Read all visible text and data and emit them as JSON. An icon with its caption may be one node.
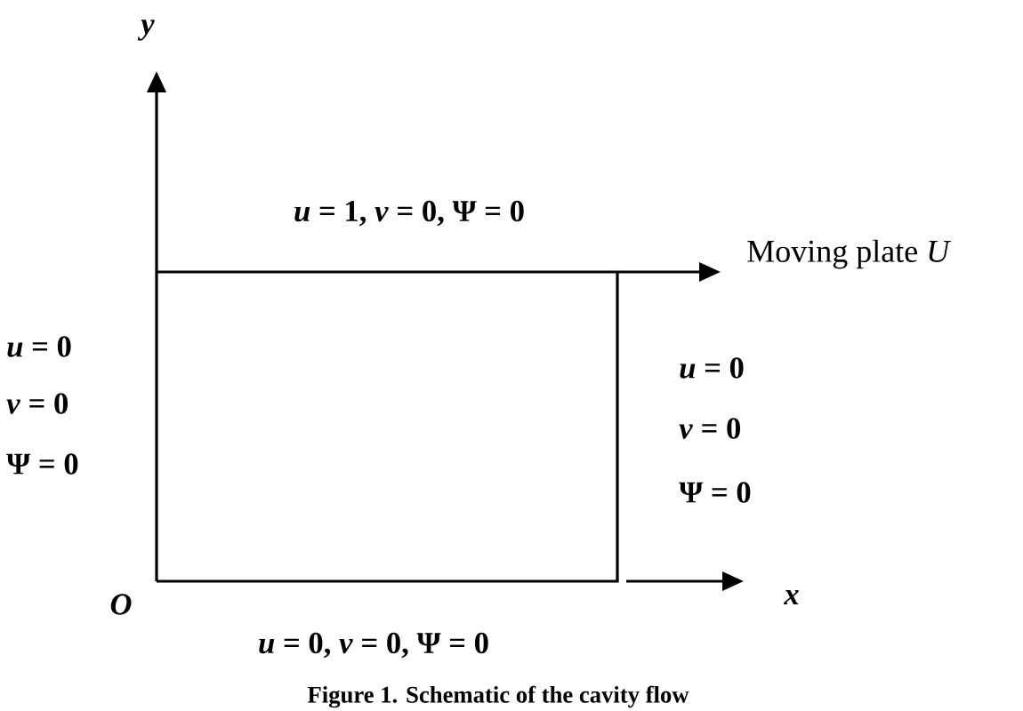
{
  "diagram": {
    "caption": "Figure 1. Schematic of the cavity flow",
    "labels": [
      "y",
      "*u* = 1, *v* = 0, Ψ = 0",
      "Moving plate *U*",
      "*u* = 0",
      "*v* = 0",
      "Ψ = 0",
      "*u* = 0",
      "*v* = 0",
      "Ψ = 0",
      "O",
      "x",
      "*u* = 0, *v* = 0, Ψ = 0"
    ]
  }
}
